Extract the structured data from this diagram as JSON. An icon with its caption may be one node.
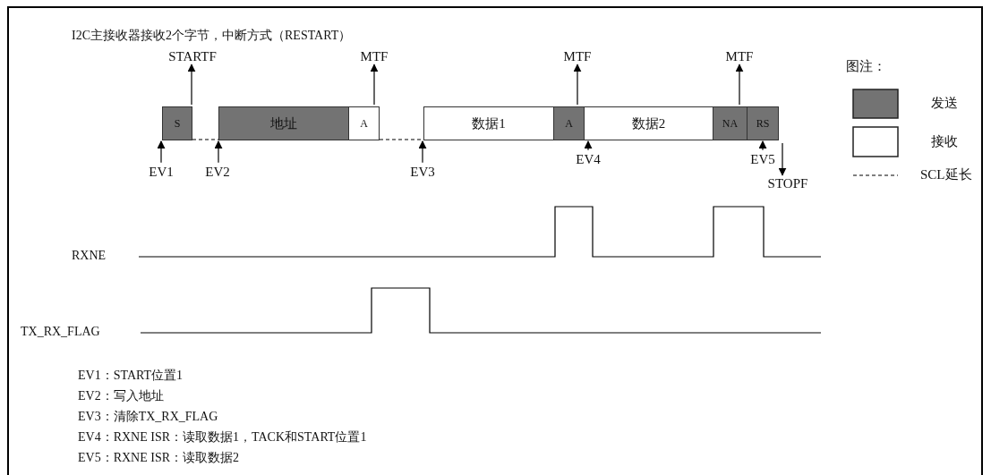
{
  "diagram": {
    "title": "I2C主接收器接收2个字节，中断方式（RESTART）",
    "nodes": [
      {
        "text": [
          "S"
        ]
      },
      {
        "text": [
          "地址"
        ]
      },
      {
        "text": [
          "A"
        ]
      },
      {
        "text": [
          "数据1"
        ]
      },
      {
        "text": [
          "A"
        ]
      },
      {
        "text": [
          "数据2"
        ]
      },
      {
        "text": [
          "NA"
        ]
      },
      {
        "text": [
          "RS"
        ]
      },
      {
        "text": [
          "STARTF"
        ]
      },
      {
        "text": [
          "MTF"
        ]
      },
      {
        "text": [
          "MTF"
        ]
      },
      {
        "text": [
          "MTF"
        ]
      },
      {
        "text": [
          "EV1"
        ]
      },
      {
        "text": [
          "EV2"
        ]
      },
      {
        "text": [
          "EV3"
        ]
      },
      {
        "text": [
          "EV4"
        ]
      },
      {
        "text": [
          "EV5"
        ]
      },
      {
        "text": [
          "STOPF"
        ]
      }
    ],
    "edges": [
      {
        "from": 0,
        "to": 8,
        "arrow": "to"
      },
      {
        "from": 2,
        "to": 9,
        "arrow": "to"
      },
      {
        "from": 4,
        "to": 10,
        "arrow": "to"
      },
      {
        "from": 6,
        "to": 11,
        "arrow": "to"
      },
      {
        "from": 12,
        "to": 0,
        "arrow": "to"
      },
      {
        "from": 13,
        "to": 1,
        "arrow": "to"
      },
      {
        "from": 14,
        "to": 3,
        "arrow": "to"
      },
      {
        "from": 15,
        "to": 5,
        "arrow": "to"
      },
      {
        "from": 16,
        "to": 7,
        "arrow": "to"
      },
      {
        "from": 7,
        "to": 17,
        "arrow": "to"
      },
      {
        "from": 0,
        "to": 1,
        "arrow": "none",
        "style": "dashed"
      },
      {
        "from": 2,
        "to": 3,
        "arrow": "none",
        "style": "dashed"
      }
    ],
    "labels": [
      "图注：",
      "RXNE",
      "TX_RX_FLAG",
      "EV1：START位置1",
      "EV2：写入地址",
      "EV3：清除TX_RX_FLAG",
      "EV4：RXNE ISR：读取数据1，TACK和START位置1",
      "EV5：RXNE ISR：读取数据2"
    ],
    "legend": [
      {
        "text": "发送",
        "color": "#737373"
      },
      {
        "text": "接收",
        "color": "#ffffff"
      },
      {
        "text": "SCL延长"
      }
    ]
  }
}
